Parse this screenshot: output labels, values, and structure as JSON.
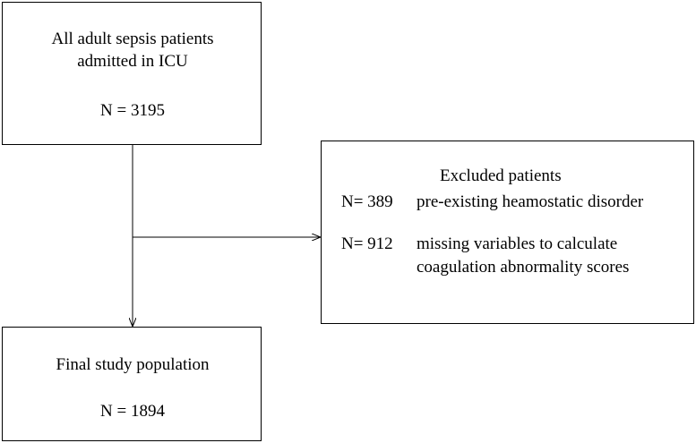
{
  "top_box": {
    "line1": "All adult sepsis patients",
    "line2": "admitted in ICU",
    "count": "N = 3195"
  },
  "excluded_box": {
    "title": "Excluded patients",
    "rows": [
      {
        "count": "N= 389",
        "reason_line1": "pre-existing heamostatic disorder",
        "reason_line2": ""
      },
      {
        "count": "N= 912",
        "reason_line1": "missing variables to calculate",
        "reason_line2": "coagulation abnormality scores"
      }
    ]
  },
  "final_box": {
    "title": "Final study population",
    "count": "N = 1894"
  }
}
